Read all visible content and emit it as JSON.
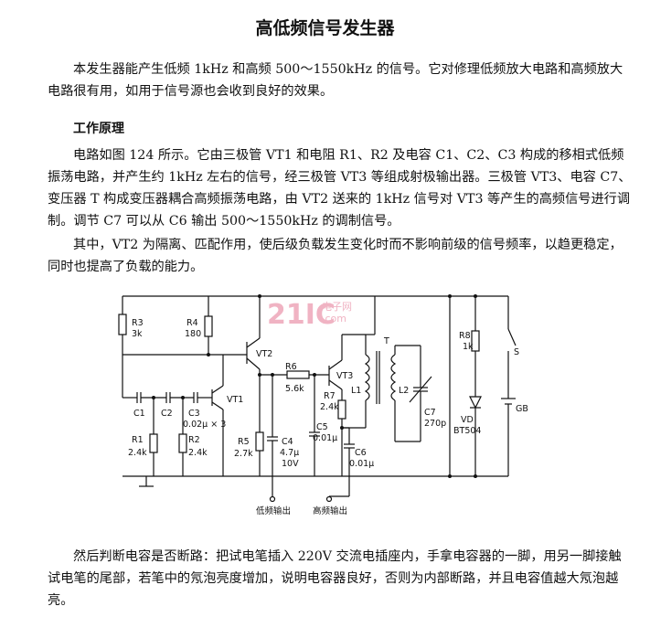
{
  "title": "高低频信号发生器",
  "intro": "本发生器能产生低频 1kHz 和高频 500～1550kHz 的信号。它对修理低频放大电路和高频放大电路很有用，如用于信号源也会收到良好的效果。",
  "section_heading": "工作原理",
  "para1": "电路如图 124 所示。它由三极管 VT1 和电阻 R1、R2 及电容 C1、C2、C3 构成的移相式低频振荡电路，并产生约 1kHz 左右的信号，经三极管 VT3 等组成射极输出器。三极管 VT3、电容 C7、变压器 T 构成变压器耦合高频振荡电路，由 VT2 送来的 1kHz 信号对 VT3 等产生的高频信号进行调制。调节 C7 可以从 C6 输出 500～1550kHz 的调制信号。",
  "para2": "其中，VT2 为隔离、匹配作用，使后级负载发生变化时而不影响前级的信号频率，以趋更稳定，同时也提高了负载的能力。",
  "para3": "然后判断电容是否断路：把试电笔插入 220V 交流电插座内，手拿电容器的一脚，用另一脚接触试电笔的尾部，若笔中的氖泡亮度增加，说明电容器良好，否则为内部断路，并且电容值越大氖泡越亮。",
  "diagram": {
    "watermark": "21IC",
    "watermark_cn": "电子网",
    "watermark_url": ".com",
    "labels": {
      "R3": "R3",
      "R3v": "3k",
      "R4": "R4",
      "R4v": "180",
      "VT2": "VT2",
      "VT1": "VT1",
      "VT3": "VT3",
      "R6": "R6",
      "R6v": "5.6k",
      "C1": "C1",
      "C2": "C2",
      "C3": "C3",
      "C3v": "0.02μ × 3",
      "R1": "R1",
      "R1v": "2.4k",
      "R2": "R2",
      "R2v": "2.4k",
      "R5": "R5",
      "R5v": "2.7k",
      "C4": "C4",
      "C4v1": "4.7μ",
      "C4v2": "10V",
      "R7": "R7",
      "R7v": "2.4k",
      "C5": "C5",
      "C5v": "0.01μ",
      "C6": "C6",
      "C6v": "0.01μ",
      "T": "T",
      "L1": "L1",
      "L2": "L2",
      "C7": "C7",
      "C7v": "270p",
      "R8": "R8",
      "R8v": "1k",
      "S": "S",
      "VD": "VD",
      "VDv": "BT504",
      "GB": "GB",
      "out_low": "低频输出",
      "out_high": "高频输出"
    }
  }
}
